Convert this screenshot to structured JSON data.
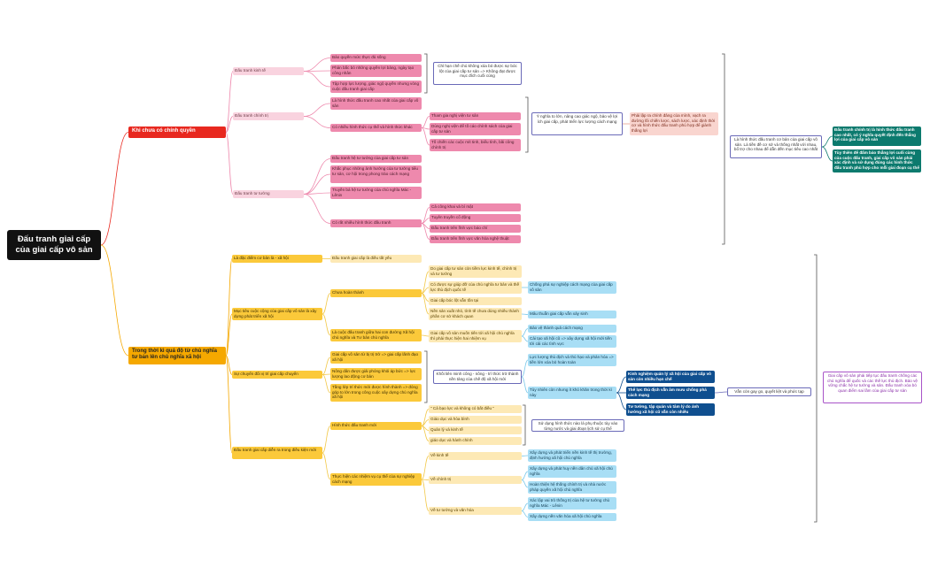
{
  "root": "Đấu tranh giai cấp của giai cấp vô sản",
  "branch1": {
    "title": "Khi chưa có chính quyền",
    "economic": {
      "label": "Đấu tranh kinh tế",
      "items": [
        "Bảo quyền mức thực đủ sống",
        "Phản bắc bỏ những quyền lợi bảng, ngày tạo công nhân",
        "Tập hợp lực lượng, giác ngộ quyền nhưng vòng cuộc đấu tranh giai cấp"
      ],
      "summary": "Chỉ hạn chế chủ không xóa bỏ được sự bóc lột của giai cấp tư sản => Không đạt được mục đích cuối cùng"
    },
    "political": {
      "label": "Đấu tranh chính trị",
      "item1": "Là hình thức đấu tranh cao nhất của giai cấp vô sản",
      "item2": "Có nhiều hình thức cụ thể và hình thức khác",
      "subitems": [
        "Tham gia nghị viện tư sản",
        "Dùng nghị viện để tố cáo chính sách của giai cấp tư sản",
        "Tố chiến các cuộc mít tinh, biểu tình, bãi công chính trị"
      ],
      "meaning": "Ý nghĩa to lớn, nâng cao giác ngộ, bảo vệ lợi ích giai cấp, phát triển lực lượng cách mạng",
      "note": "Phải lập ra chính đảng của mình, vạch ra đường lối chiến lược, sách lược, xác định thời cơ và hình thức đấu tranh phù hợp để giành thắng lợi"
    },
    "ideological": {
      "label": "Đấu tranh tư tưởng",
      "items": [
        "Đấu tranh hệ tư tưởng của giai cấp tư sản",
        "Khắc phục những ảnh hưởng của tư tưởng tiểu tư sản, cơ hội trong phong trào cách mạng",
        "Truyền bá hệ tư tưởng của chủ nghĩa Mác - Lênin",
        "Có rất nhiều hình thức đấu tranh"
      ],
      "forms": [
        "Cả công khai và bí mật",
        "Tuyên truyền cổ động",
        "Đấu tranh trên lĩnh vực báo chí",
        "Đấu tranh trên lĩnh vực văn hóa nghệ thuật"
      ]
    },
    "conclusion": "Là hình thức đấu tranh cơ bản của giai cấp vô sản. Là tiền đề cơ sở và thống nhất với nhau, bổ trợ cho nhau để dẫn đến mục tiêu cao nhất",
    "right_notes": [
      "Đấu tranh chính trị là hình thức đấu tranh cao nhất, có ý nghĩa quyết định đến thắng lợi của giai cấp vô sản",
      "Tùy thiên để đấm bảo thắng lợi cuối cùng của cuộc đấu tranh, giai cấp vô sản phải xác định và sử dụng đúng các hình thức đấu tranh phù hợp cho mỗi giai đoạn cụ thể"
    ]
  },
  "branch2": {
    "title": "Trong thời kì quá độ từ chủ nghĩa tư bản lên chủ nghĩa xã hội",
    "s1": {
      "label": "Là đặc điểm cơ bản là - xã hội",
      "item": "Đấu tranh giai cấp là điều tất yếu"
    },
    "s2": {
      "label": "Mục tiêu cuộc cộng của giai cấp vô sản là xây dựng phát triển xã hội",
      "a": "Chưa hoàn thành",
      "a_items": [
        "Do giai cấp tư sản còn tiềm lực kinh tế, chính trị và tư tưởng",
        "Có được sự giúp đỡ của chủ nghĩa tư bản và thế lực thù địch quốc tế",
        "Giai cấp bóc lột vẫn tồn tại",
        "Nền sản xuất nhỏ, tình tế chưa dùng nhiều thành phần cơ sở khách quan"
      ],
      "a_right": [
        "Chống phá sự nghiệp cách mạng của giai cấp vô sản",
        "Mâu thuẫn giai cấp vẫn xảy sinh"
      ],
      "b": "Là cuộc đấu tranh giữa hai con đường Xã hội chủ nghĩa và Tư bản chủ nghĩa",
      "b_mid": "Giai cấp vô sản muốn tiến tới xã hội chủ nghĩa thì phải thực hiện hai nhiệm vụ",
      "b_right": [
        "Bảo vệ thành quả cách mạng",
        "Cải tạo xã hội cũ => xây dựng xã hội mới tiến tới cải các tình vực"
      ]
    },
    "s3": {
      "label": "Sự chuyển đổi vị trí giai cấp chuyển",
      "items": [
        "Giai cấp vô sản từ bị trị trở => giai cấp lãnh đạo xã hội",
        "Nông dân được giải phóng khỏi áp bức => lực lượng lao động cơ bản",
        "Tầng lớp trí thức mới được hình thành => đóng góp to lớn trong công cuộc xây dựng chủ nghĩa xã hội"
      ],
      "alliance": "Khối liên minh công - nông - trí thức trở thành nền tảng của chế độ xã hội mới",
      "alliance_right": [
        "Lực lượng thù địch và thủ hạo và phản hóa => tiền lớn xóa bỏ hoàn toàn",
        "Tùy nhiên còn nhưng ít khó khăn trong thời kì này"
      ],
      "blue_notes": [
        "Kinh nghiệm quản lý xã hội của giai cấp vô sản còn nhiều hạn chế",
        "Thế lực thù địch vẫn âm mưu chống phá cách mạng",
        "Tư tưởng, tập quán và tâm lý do ảnh hưởng xã hội cũ vẫn còn nhiều"
      ],
      "conclusion": "Vẫn còn gay go, quyết liệt và phức tạp"
    },
    "s4": {
      "label": "Đấu tranh giai cấp diễn ra trong điều kiện mới",
      "forms_label": "Hình thức đấu tranh mới",
      "forms": [
        "\" Cả bạo lực và không có bất điều \"",
        "Giáo dục và hòa bình",
        "Quản lý và kinh tế",
        "giáo dục và hành chính"
      ],
      "forms_note": "Sử dụng hình thức nào là phụ thuộc tùy vào từng nước và giai đoạn lịch sử cụ thể",
      "tasks_label": "Thực hiện các nhiệm vụ cụ thể của sự nghiệp cách mạng",
      "economic": "Về kinh tế",
      "economic_items": [
        "Xây dựng và phát triển nền kinh tế thị trường, định hướng xã hội chủ nghĩa"
      ],
      "political": "Về chính trị",
      "political_items": [
        "Xây dựng và phát huy nền dân chủ xã hội chủ nghĩa",
        "Hoàn thiện hệ thống chính trị và nhà nước pháp quyền xã hội chủ nghĩa"
      ],
      "ideological": "Về tư tưởng và văn hóa",
      "ideological_items": [
        "Xác lập vai trò thống trị của hệ tư tưởng chủ nghĩa Mác - Lênin",
        "Xây dựng nền văn hóa xã hội chủ nghĩa"
      ]
    },
    "final_note": "Giai cấp vô sản phải tiếp tục đấu tranh chống các chủ nghĩa để quốc và các thế lực thù địch. Bảo vệ vững chắc hệ tư tưởng và sản. Đấu tranh xóa bỏ quan điểm sai lầm của giai cấp tư sản"
  }
}
